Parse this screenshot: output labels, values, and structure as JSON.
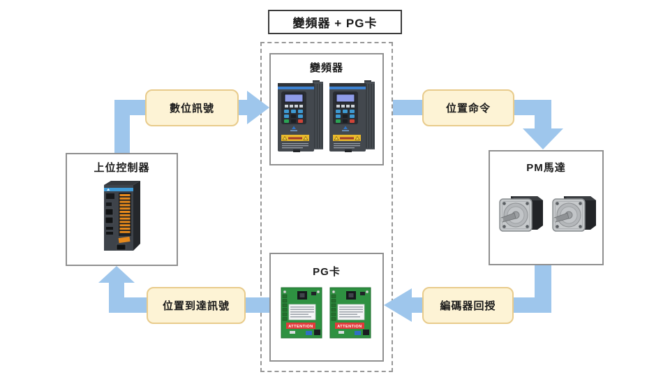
{
  "title": "變頻器 + PG卡",
  "nodes": {
    "controller": {
      "label": "上位控制器"
    },
    "inverter": {
      "label": "變頻器"
    },
    "pg_card": {
      "label": "PG卡",
      "board_text": "ATTENTION"
    },
    "pm_motor": {
      "label": "PM馬達"
    }
  },
  "arrows": [
    {
      "id": "digital-signal",
      "label": "數位訊號",
      "from": "上位控制器",
      "to": "變頻器"
    },
    {
      "id": "position-command",
      "label": "位置命令",
      "from": "變頻器",
      "to": "PM馬達"
    },
    {
      "id": "encoder-feedback",
      "label": "編碼器回授",
      "from": "PM馬達",
      "to": "PG卡"
    },
    {
      "id": "position-arrival",
      "label": "位置到達訊號",
      "from": "PG卡",
      "to": "上位控制器"
    }
  ],
  "colors": {
    "arrow": "#9EC6EC",
    "pill_fill": "#FDF3D5",
    "pill_border": "#E8CB8B",
    "node_border": "#8F8F8F",
    "dashed_border": "#979797",
    "title_border": "#3B3B3B"
  }
}
